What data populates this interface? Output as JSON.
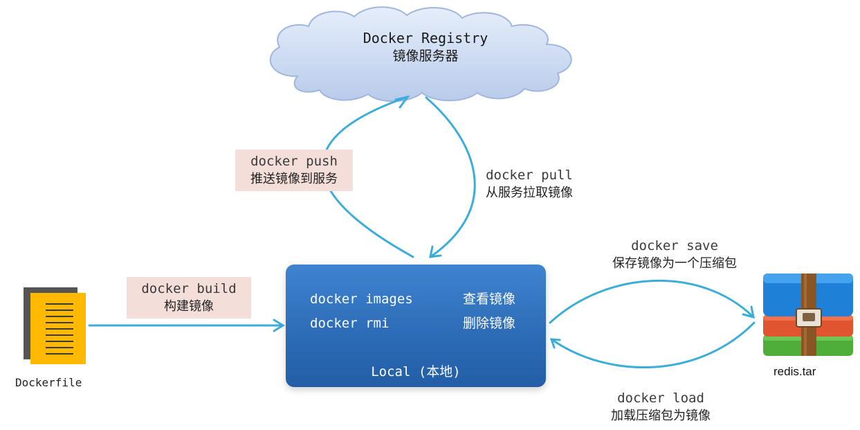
{
  "registry": {
    "title": "Docker Registry",
    "subtitle": "镜像服务器"
  },
  "push": {
    "command": "docker push",
    "description": "推送镜像到服务"
  },
  "pull": {
    "command": "docker pull",
    "description": "从服务拉取镜像"
  },
  "build": {
    "command": "docker build",
    "description": "构建镜像"
  },
  "save": {
    "command": "docker save",
    "description": "保存镜像为一个压缩包"
  },
  "load": {
    "command": "docker load",
    "description": "加载压缩包为镜像"
  },
  "local": {
    "title": "Local (本地)",
    "rows": [
      {
        "command": "docker images",
        "description": "查看镜像"
      },
      {
        "command": "docker rmi",
        "description": "删除镜像"
      }
    ]
  },
  "dockerfile": {
    "label": "Dockerfile"
  },
  "archive": {
    "label": "redis.tar"
  },
  "colors": {
    "arrow": "#3aaed8",
    "box": "#2d6cb8",
    "cloud": "#c9d8f2",
    "highlight": "#f4ded9"
  }
}
